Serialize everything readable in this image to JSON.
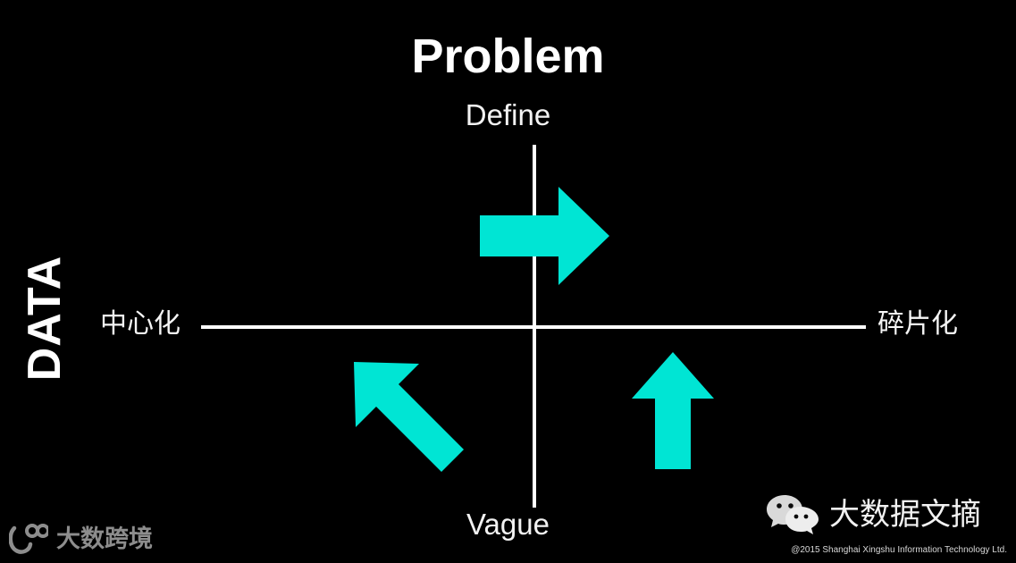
{
  "slide": {
    "background_color": "#000000",
    "accent_color": "#00e5d4",
    "title": "Problem",
    "axes": {
      "vertical": {
        "title": "",
        "top_label": "Define",
        "bottom_label": "Vague",
        "line_color": "#ffffff"
      },
      "horizontal": {
        "title": "DATA",
        "left_label": "中心化",
        "right_label": "碎片化",
        "line_color": "#ffffff"
      }
    },
    "arrows": [
      {
        "name": "arrow-right-quadrant-i",
        "direction": "right",
        "quadrant": "top-right",
        "color": "#00e5d4"
      },
      {
        "name": "arrow-upleft-quadrant-iii",
        "direction": "up-left",
        "quadrant": "bottom-left",
        "color": "#00e5d4"
      },
      {
        "name": "arrow-up-quadrant-iv",
        "direction": "up",
        "quadrant": "bottom-right",
        "color": "#00e5d4"
      }
    ]
  },
  "watermark_left": {
    "icon": "dashu-kuajing-logo-icon",
    "text": "大数跨境",
    "color": "#8d8d8d"
  },
  "brand_right": {
    "icon": "wechat-icon",
    "text": "大数据文摘",
    "copyright": "@2015 Shanghai Xingshu Information Technology Ltd."
  }
}
